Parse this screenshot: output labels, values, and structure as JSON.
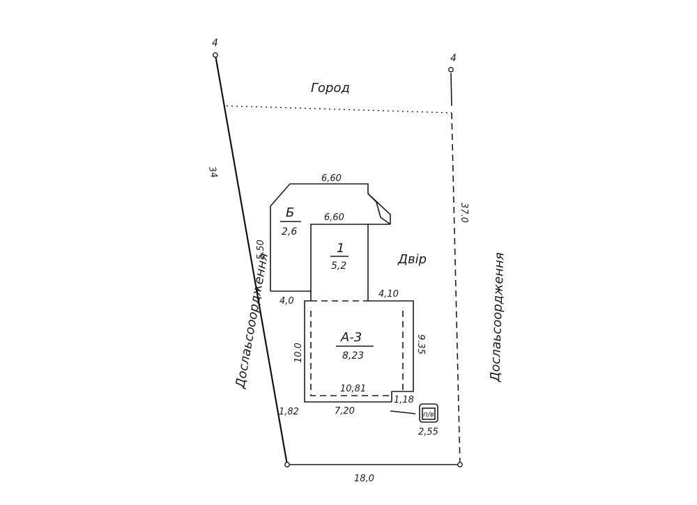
{
  "labels": {
    "garden": "Город",
    "yard": "Двір",
    "fence_left": "Дослаьсооордження",
    "fence_right": "Дослаьсоордження",
    "corner_left": "4",
    "corner_right": "4"
  },
  "buildings": {
    "b": {
      "name": "Б",
      "value": "2,6"
    },
    "one": {
      "name": "1",
      "value": "5,2"
    },
    "a3": {
      "name": "А-3",
      "value": "8,23"
    },
    "pv": {
      "name": "п/в"
    }
  },
  "dimensions": {
    "left_side": "34",
    "right_side": "37.0",
    "bottom": "18,0",
    "b_top": "6,60",
    "one_top": "6,60",
    "b_height": "5.50",
    "b_bottom": "4,0",
    "one_right": "4,10",
    "a3_left": "10.0",
    "a3_right": "9.35",
    "a3_inner_bottom": "10,81",
    "a3_bottom": "7,20",
    "corner_offset": "1,82",
    "step": "1,18",
    "pv_dist": "2,55"
  }
}
